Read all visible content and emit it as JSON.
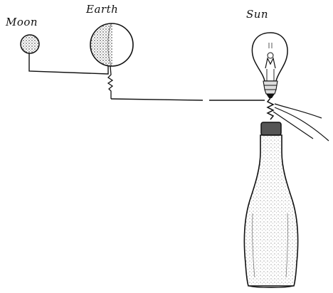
{
  "labels": {
    "moon": "Moon",
    "earth": "Earth",
    "sun": "Sun"
  },
  "colors": {
    "ink": "#111111",
    "background": "#ffffff"
  }
}
